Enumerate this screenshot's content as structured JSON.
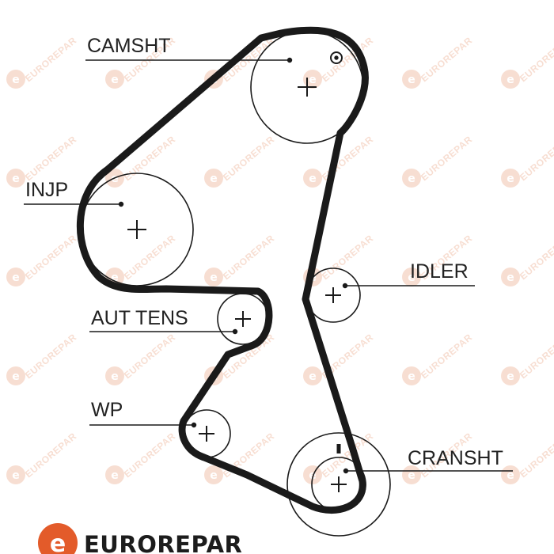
{
  "watermark": {
    "brand": "EUROREPAR",
    "color": "#f2c4ae"
  },
  "labels": {
    "camshaft": "CAMSHT",
    "injection_pump": "INJP",
    "idler": "IDLER",
    "auto_tensioner": "AUT TENS",
    "water_pump": "WP",
    "crankshaft": "CRANSHT"
  },
  "footer": {
    "brand": "EUROREPAR",
    "logo_color": "#e35b2a"
  },
  "colors": {
    "belt": "#1a1a1a",
    "line": "#1a1a1a"
  }
}
